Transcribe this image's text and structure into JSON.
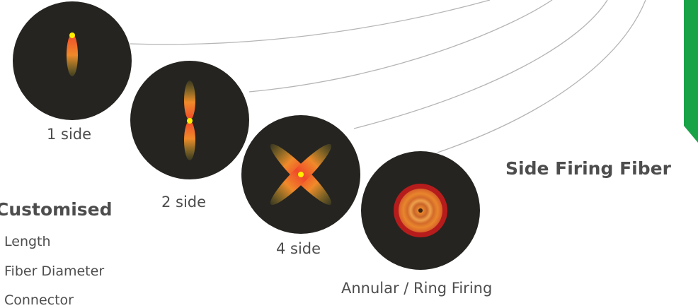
{
  "title": "Side Firing Fiber",
  "fibers": [
    {
      "id": "one-side",
      "label": "1 side"
    },
    {
      "id": "two-side",
      "label": "2 side"
    },
    {
      "id": "four-side",
      "label": "4 side"
    },
    {
      "id": "ring",
      "label": "Annular / Ring Firing"
    }
  ],
  "customised": {
    "heading": "Customised",
    "options": [
      "Length",
      "Fiber Diameter",
      "Connector"
    ]
  },
  "colors": {
    "disc": "#252420",
    "beam_core": "#f0492a",
    "beam_mid": "#f08a2a",
    "beam_tail": "#b8a428",
    "focus": "#ffee00",
    "ring_outer": "#b71c1c",
    "ring_mid": "#e8862c",
    "accent_green": "#19a347",
    "curve": "#b5b5b5"
  }
}
